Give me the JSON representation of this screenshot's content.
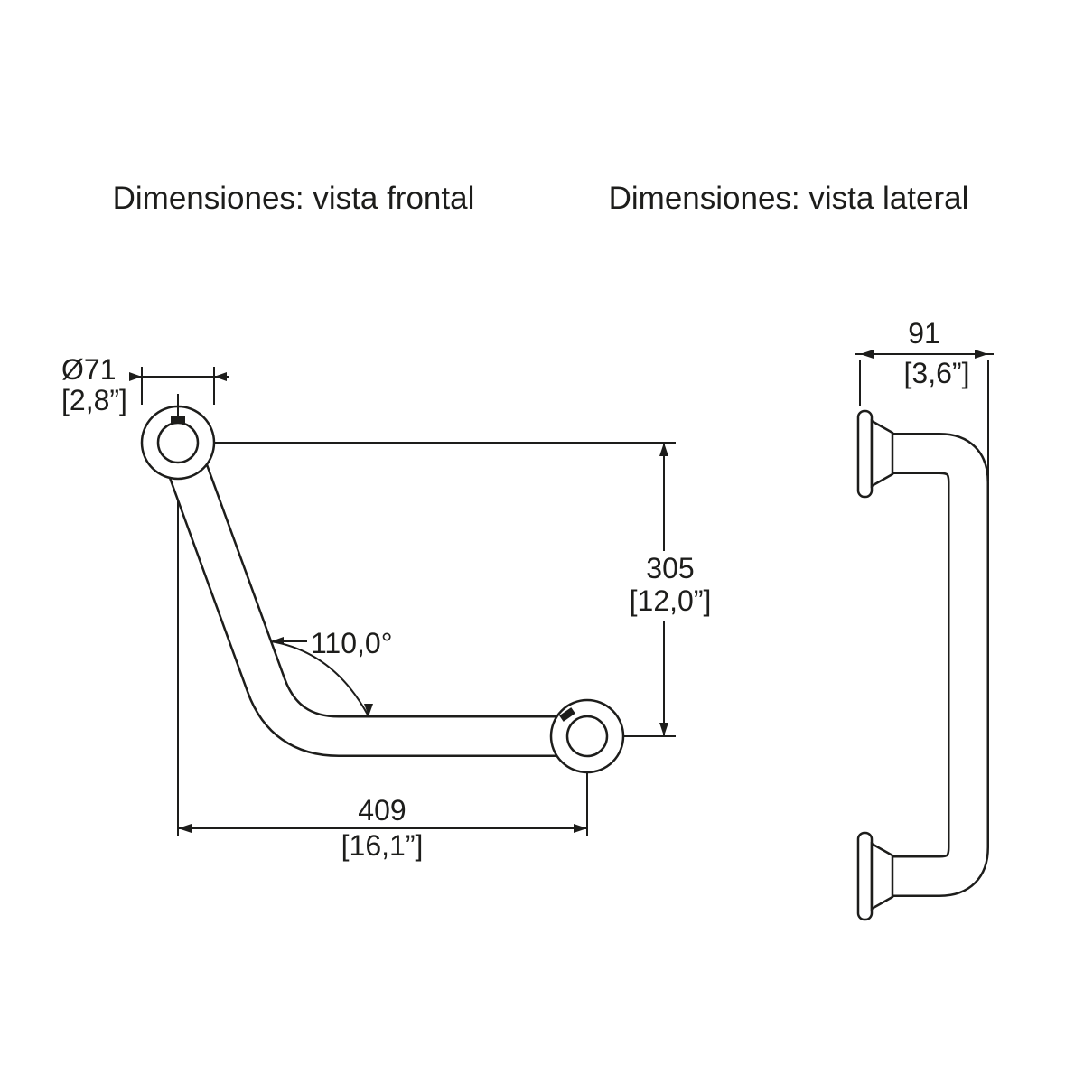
{
  "titles": {
    "front": "Dimensiones: vista frontal",
    "side": "Dimensiones: vista lateral"
  },
  "front_view": {
    "flange_diameter_mm": "Ø71",
    "flange_diameter_in": "[2,8”]",
    "height_mm": "305",
    "height_in": "[12,0”]",
    "length_mm": "409",
    "length_in": "[16,1”]",
    "angle": "110,0°"
  },
  "side_view": {
    "depth_mm": "91",
    "depth_in": "[3,6”]"
  },
  "colors": {
    "line": "#1d1d1b",
    "background": "#ffffff"
  }
}
